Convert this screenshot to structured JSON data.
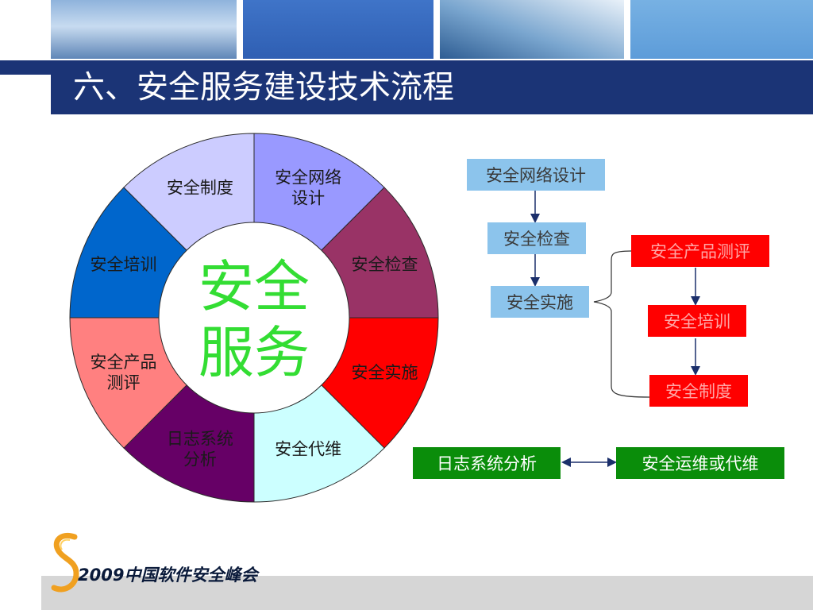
{
  "title": "六、安全服务建设技术流程",
  "wheel": {
    "center": [
      "安全",
      "服务"
    ],
    "segments": [
      {
        "lines": [
          "安全网络",
          "设计"
        ],
        "color": "#9999ff",
        "text_color": "#1a1a1a"
      },
      {
        "lines": [
          "安全检查"
        ],
        "color": "#993366",
        "text_color": "#1a1a1a"
      },
      {
        "lines": [
          "安全实施"
        ],
        "color": "#ff0000",
        "text_color": "#1a1a1a"
      },
      {
        "lines": [
          "安全代维"
        ],
        "color": "#ccffff",
        "text_color": "#1a1a1a"
      },
      {
        "lines": [
          "日志系统",
          "分析"
        ],
        "color": "#660066",
        "text_color": "#1a1a1a"
      },
      {
        "lines": [
          "安全产品",
          "测评"
        ],
        "color": "#ff8080",
        "text_color": "#1a1a1a"
      },
      {
        "lines": [
          "安全培训"
        ],
        "color": "#0066cc",
        "text_color": "#1a1a1a"
      },
      {
        "lines": [
          "安全制度"
        ],
        "color": "#ccccff",
        "text_color": "#1a1a1a"
      }
    ],
    "center_text_color": "#33dd33"
  },
  "flow": {
    "main_steps": [
      "安全网络设计",
      "安全检查",
      "安全实施"
    ],
    "sub_steps": [
      "安全产品测评",
      "安全培训",
      "安全制度"
    ],
    "bottom_left": "日志系统分析",
    "bottom_right": "安全运维或代维"
  },
  "footer": {
    "text": "2009中国软件安全峰会"
  },
  "colors": {
    "title_bar": "#1b3476",
    "flow_blue": "#8cc4ec",
    "flow_red": "#ff0000",
    "flow_green": "#0a8d0a",
    "logo_orange": "#f0a020"
  }
}
